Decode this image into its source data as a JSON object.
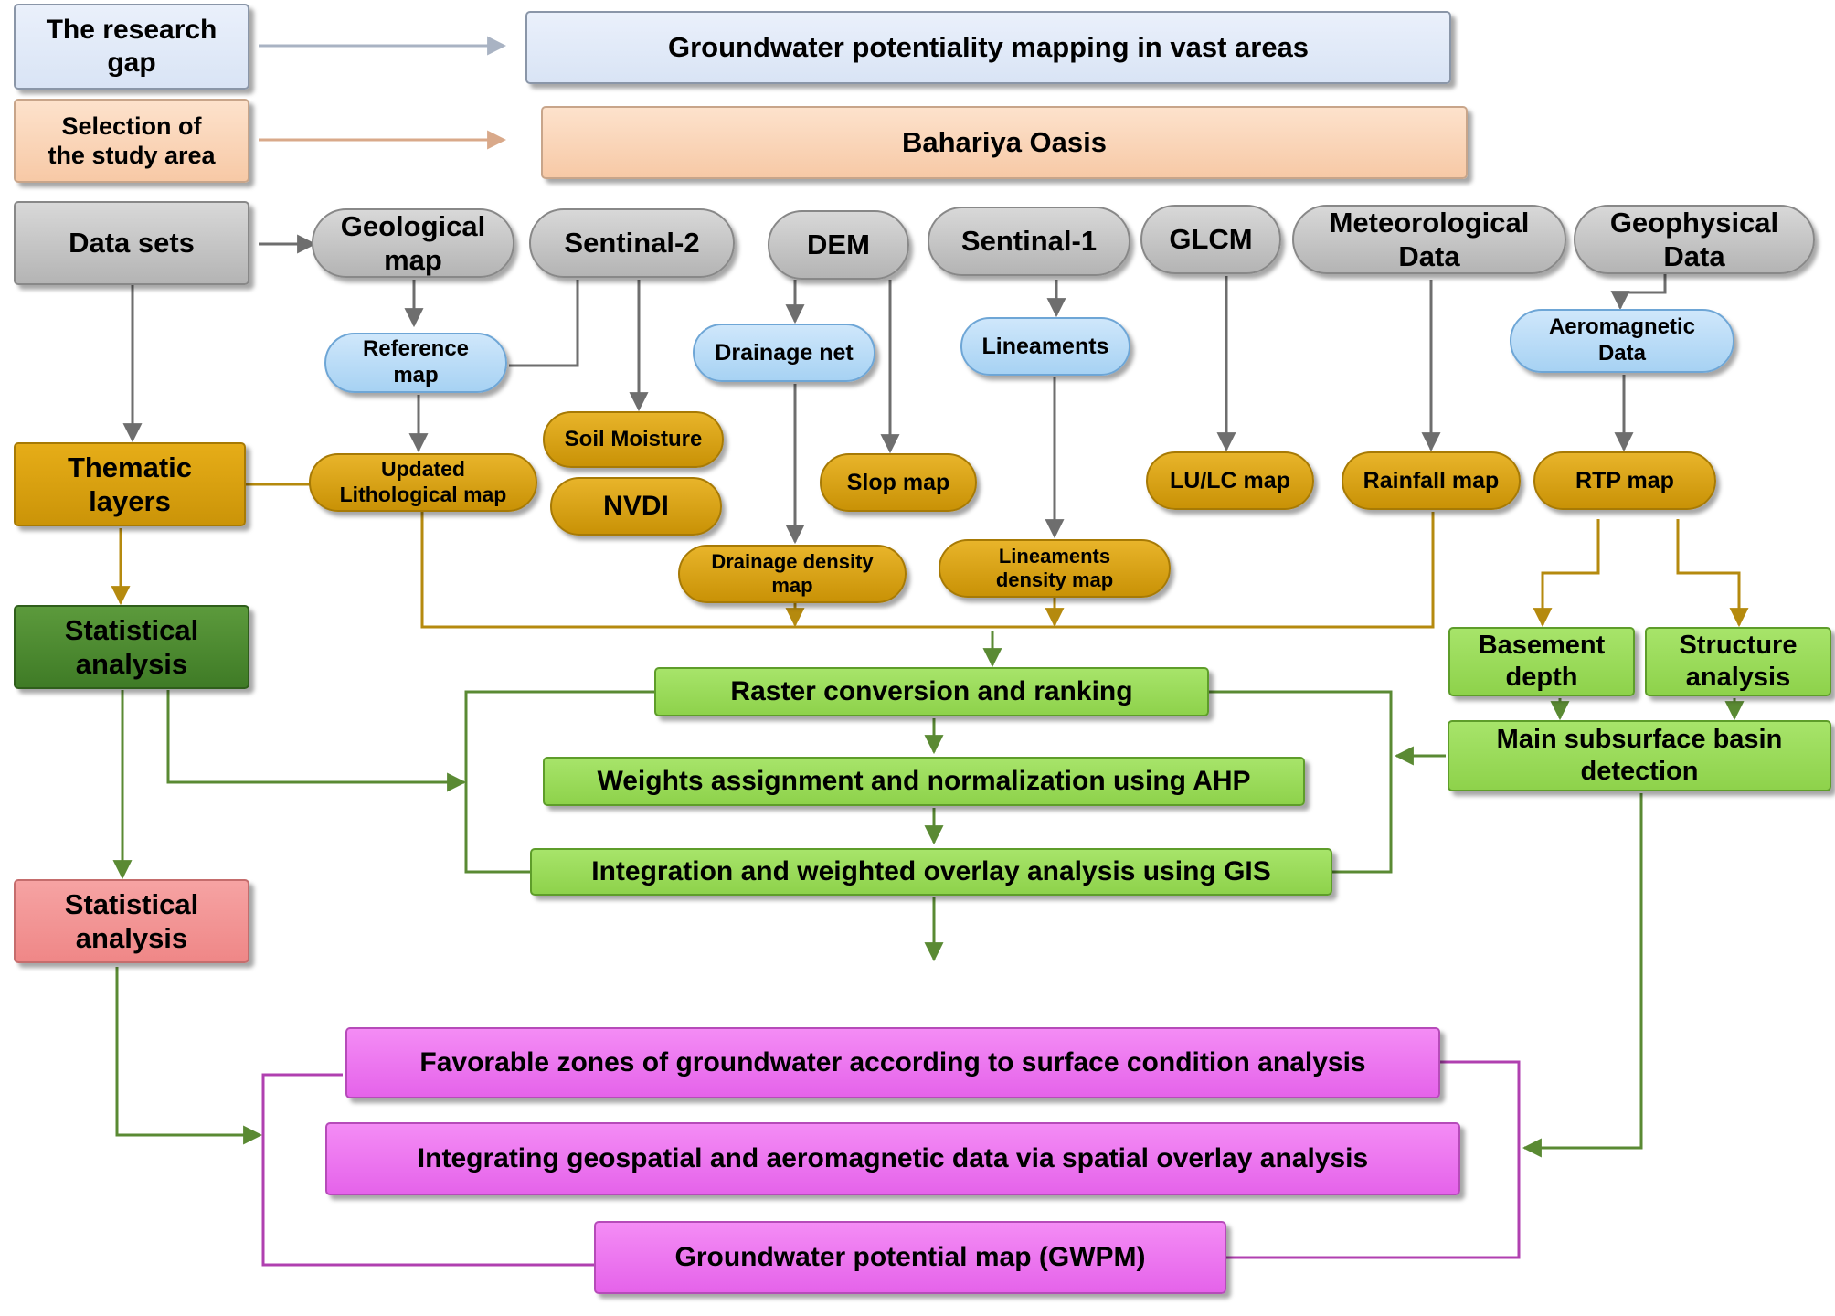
{
  "left_column": {
    "research_gap": "The research\ngap",
    "study_area": "Selection of\nthe study area",
    "data_sets": "Data sets",
    "thematic_layers": "Thematic\nlayers",
    "statistical_analysis_1": "Statistical\nanalysis",
    "statistical_analysis_2": "Statistical\nanalysis"
  },
  "top": {
    "research_gap_value": "Groundwater potentiality mapping in vast areas",
    "study_area_value": "Bahariya Oasis"
  },
  "datasets": {
    "geological_map": "Geological\nmap",
    "sentinel_2": "Sentinal-2",
    "dem": "DEM",
    "sentinel_1": "Sentinal-1",
    "glcm": "GLCM",
    "meteorological": "Meteorological\nData",
    "geophysical": "Geophysical\nData"
  },
  "intermediate": {
    "reference_map": "Reference\nmap",
    "drainage_net": "Drainage net",
    "lineaments": "Lineaments",
    "aeromagnetic": "Aeromagnetic\nData"
  },
  "thematic": {
    "updated_lithological": "Updated\nLithological map",
    "soil_moisture": "Soil Moisture",
    "nvdi": "NVDI",
    "slop_map": "Slop map",
    "drainage_density": "Drainage density\nmap",
    "lineaments_density": "Lineaments\ndensity map",
    "lulc_map": "LU/LC map",
    "rainfall_map": "Rainfall map",
    "rtp_map": "RTP map"
  },
  "subsurface": {
    "basement_depth": "Basement\ndepth",
    "structure_analysis": "Structure\nanalysis",
    "basin_detection": "Main subsurface basin\ndetection"
  },
  "process": {
    "raster_conversion": "Raster conversion and ranking",
    "weights_assignment": "Weights assignment and normalization using AHP",
    "integration_overlay": "Integration and weighted overlay analysis using GIS"
  },
  "results": {
    "favorable_zones": "Favorable zones of groundwater according to surface condition analysis",
    "integrating_data": "Integrating geospatial and aeromagnetic data via spatial overlay analysis",
    "gwpm": "Groundwater potential map (GWPM)"
  },
  "colors": {
    "grey_arrow": "#6e6e6e",
    "gold_line": "#b58a0e",
    "green_line": "#5a8a33",
    "magenta_line": "#b040b0"
  }
}
